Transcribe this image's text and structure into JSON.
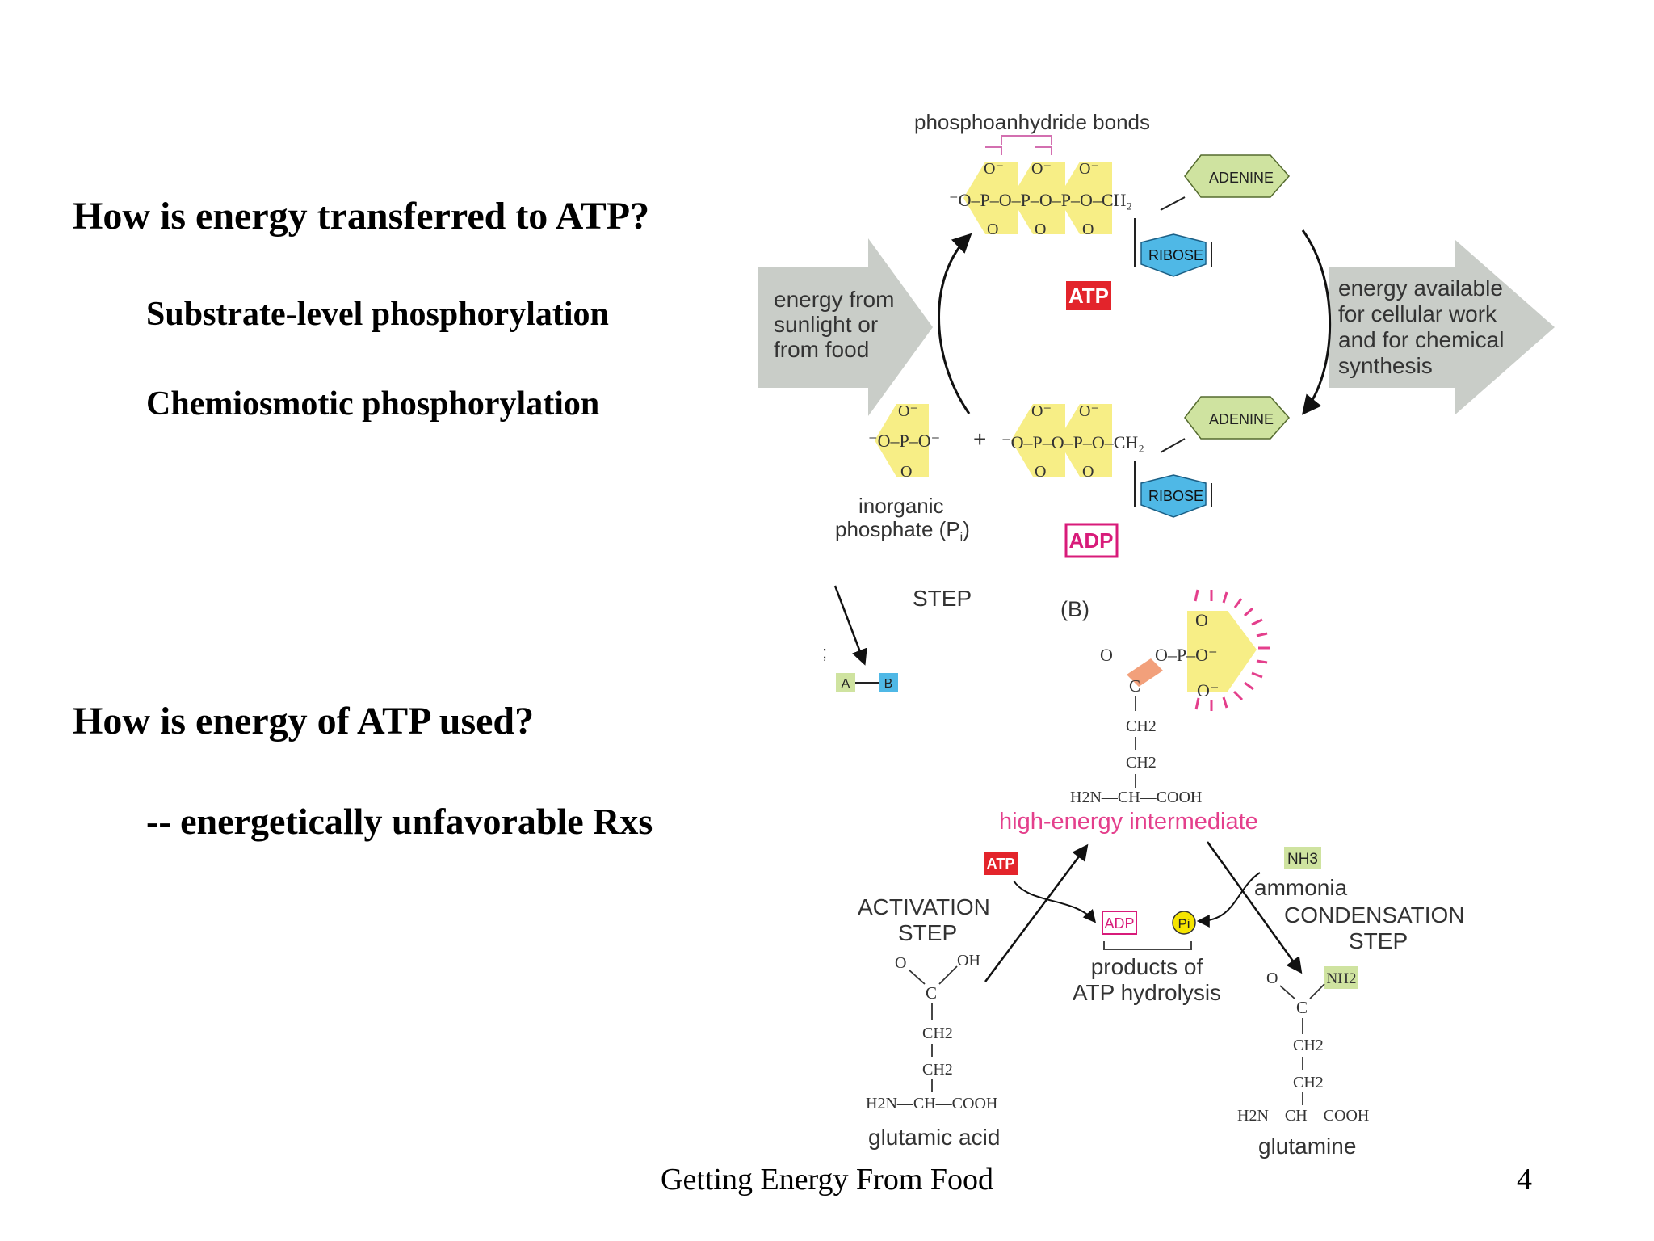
{
  "slide": {
    "question1": "How is energy transferred to ATP?",
    "methods": [
      "Substrate-level phosphorylation",
      "Chemiosmotic phosphorylation"
    ],
    "question2": "How is energy of ATP used?",
    "use": "-- energetically unfavorable Rxs",
    "footer": "Getting Energy From Food",
    "page_number": "4"
  },
  "figure": {
    "panel_a": {
      "bond_label": "phosphoanhydride bonds",
      "atp_label": "ATP",
      "adp_label": "ADP",
      "adenine": "ADENINE",
      "ribose": "RIBOSE",
      "input_arrow_lines": [
        "energy from",
        "sunlight or",
        "from food"
      ],
      "output_arrow_lines": [
        "energy available",
        "for cellular work",
        "and for chemical",
        "synthesis"
      ],
      "pi_label_lines": [
        "inorganic",
        "phosphate (P",
        "i",
        ")"
      ],
      "plus": "+"
    },
    "fragment": {
      "step": "STEP",
      "a": "A",
      "b": "B",
      "semicolon": ";"
    },
    "panel_b": {
      "panel_letter": "(B)",
      "intermediate_label": "high-energy intermediate",
      "activation_lines": [
        "ACTIVATION",
        "STEP"
      ],
      "condensation_lines": [
        "CONDENSATION",
        "STEP"
      ],
      "products_lines": [
        "products of",
        "ATP hydrolysis"
      ],
      "atp_tag": "ATP",
      "adp_tag": "ADP",
      "pi_tag": "Pi",
      "ammonia_formula": "NH3",
      "ammonia_label": "ammonia",
      "amide_group": "NH2",
      "reactant_name": "glutamic acid",
      "product_name": "glutamine",
      "backbone": "H2N—CH—COOH",
      "ch2": "CH2"
    },
    "colors": {
      "phosphate_yellow": "#f7ee86",
      "adenine_green": "#cfe3a0",
      "ribose_blue": "#4fb8e6",
      "atp_red": "#e3242b",
      "adp_magenta": "#d81b7a",
      "arrow_gray": "#c9cdc8"
    }
  }
}
